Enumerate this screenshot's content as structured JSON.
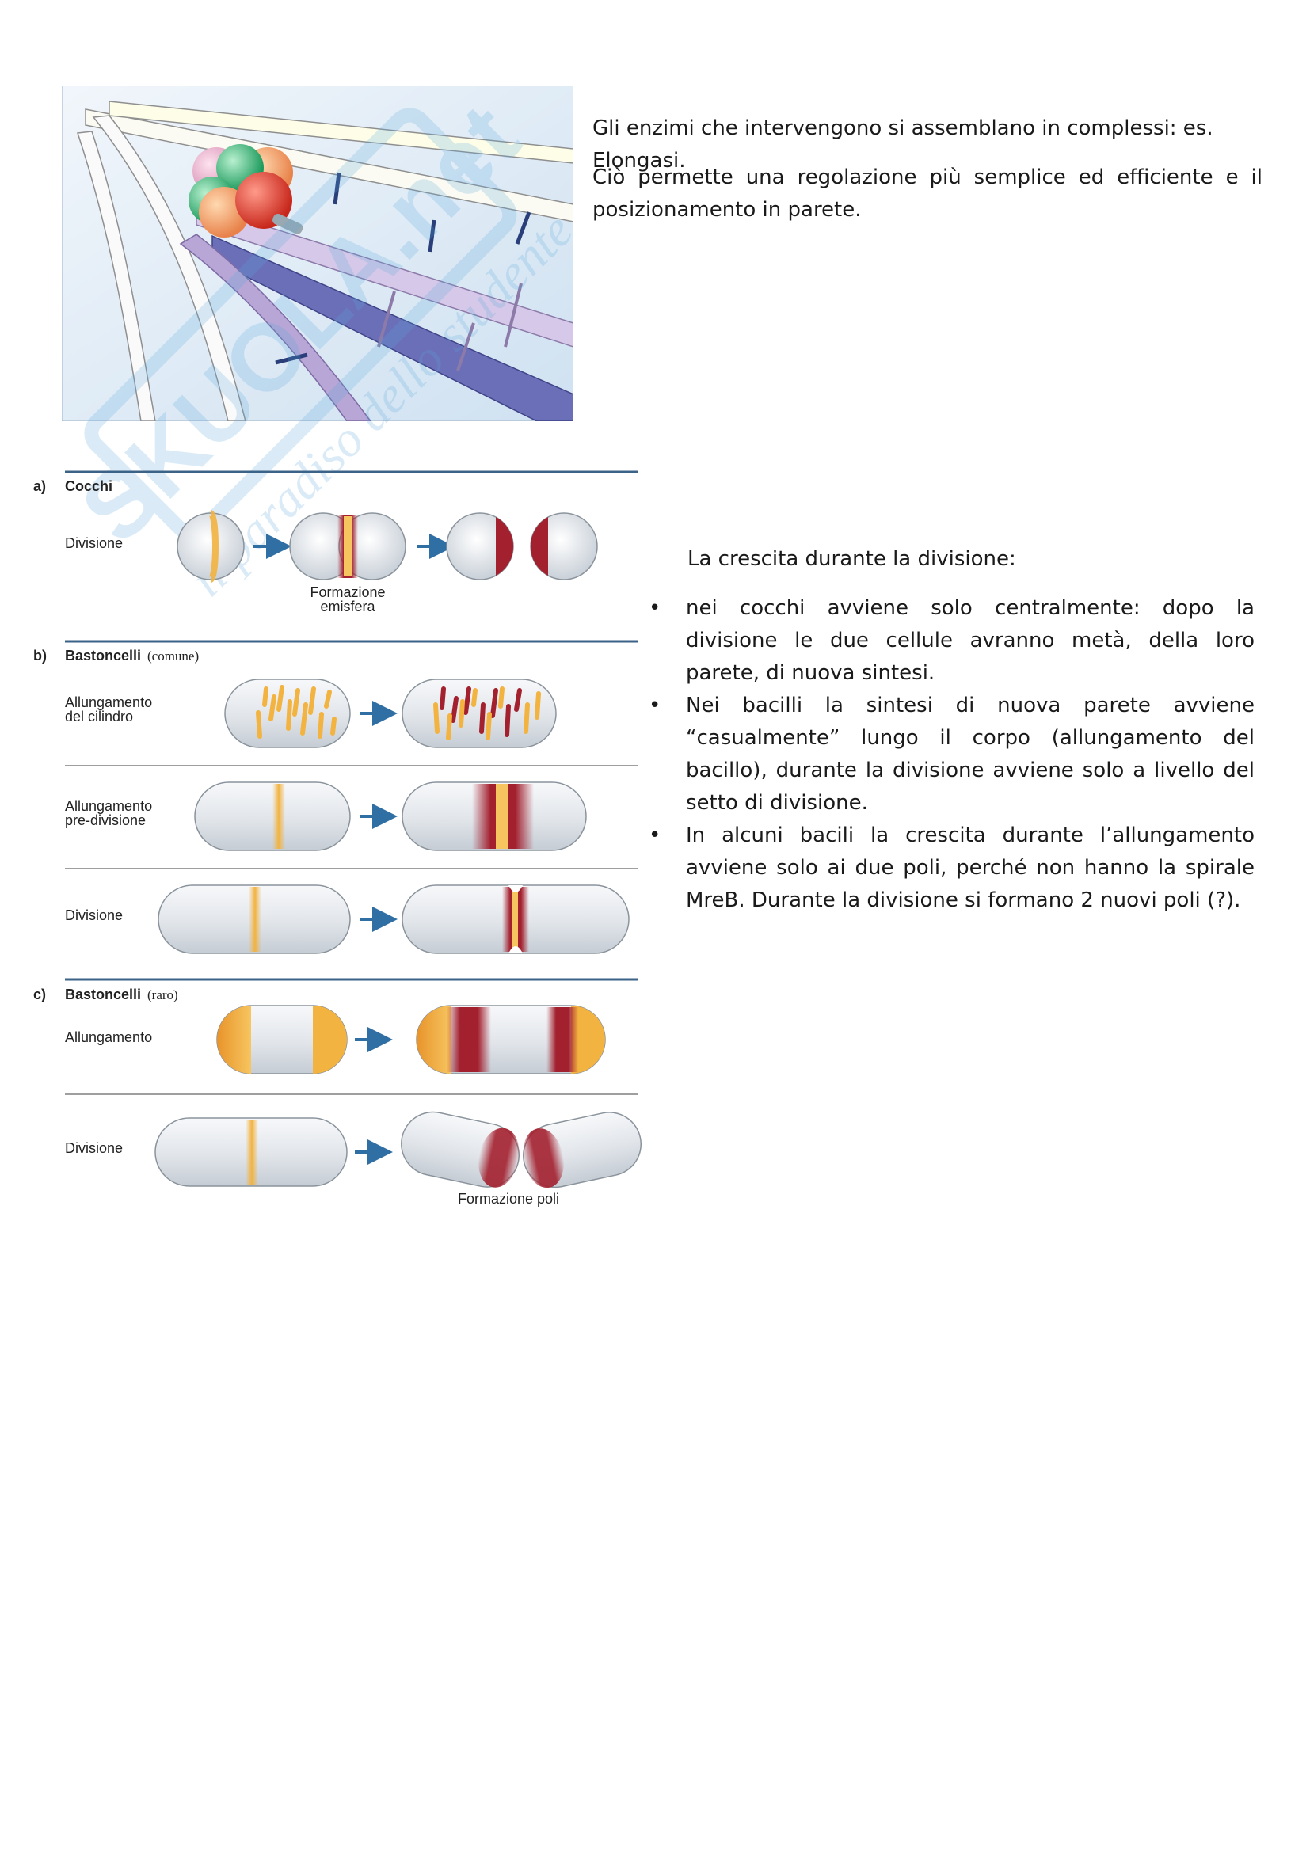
{
  "page": {
    "paragraph_1": "Gli enzimi che intervengono si assemblano in complessi: es. Elongasi.",
    "paragraph_2": "Ciò permette una regolazione più semplice ed efficiente e il posizionamento in parete.",
    "paragraph_3": "La crescita durante la divisione:",
    "bullets": [
      "nei cocchi avviene solo centralmente: dopo la divisione le due cellule avranno metà, della loro parete, di nuova sintesi.",
      "Nei bacilli la sintesi di nuova parete avviene “casualmente” lungo il corpo (allungamento del bacillo), durante la divisione avviene solo a livello del setto di divisione.",
      "In alcuni bacili la crescita durante l’allungamento avviene solo ai due poli, perché non hanno la spirale MreB. Durante la divisione si formano 2 nuovi poli (?)."
    ]
  },
  "watermark": {
    "brand": "SKUOLA.net",
    "tagline": "il paradiso dello studente"
  },
  "figure": {
    "sections": [
      {
        "letter": "a)",
        "title": "Cocchi",
        "subtitle": ""
      },
      {
        "letter": "b)",
        "title": "Bastoncelli",
        "subtitle": "(comune)"
      },
      {
        "letter": "c)",
        "title": "Bastoncelli",
        "subtitle": "(raro)"
      }
    ],
    "row_labels": {
      "a_div": "Divisione",
      "b_cyl_1": "Allungamento",
      "b_cyl_2": "del cilindro",
      "b_pre_1": "Allungamento",
      "b_pre_2": "pre-divisione",
      "b_div": "Divisione",
      "c_elong": "Allungamento",
      "c_div": "Divisione"
    },
    "captions": {
      "hemisphere_1": "Formazione",
      "hemisphere_2": "emisfera",
      "poles": "Formazione poli"
    }
  },
  "colors": {
    "old_wall": "#e4e7ea",
    "new_wall_synthesis": "#f2b340",
    "new_wall_formed": "#a3202e",
    "arrow": "#2f6fa3",
    "divider": "#3b6287"
  }
}
